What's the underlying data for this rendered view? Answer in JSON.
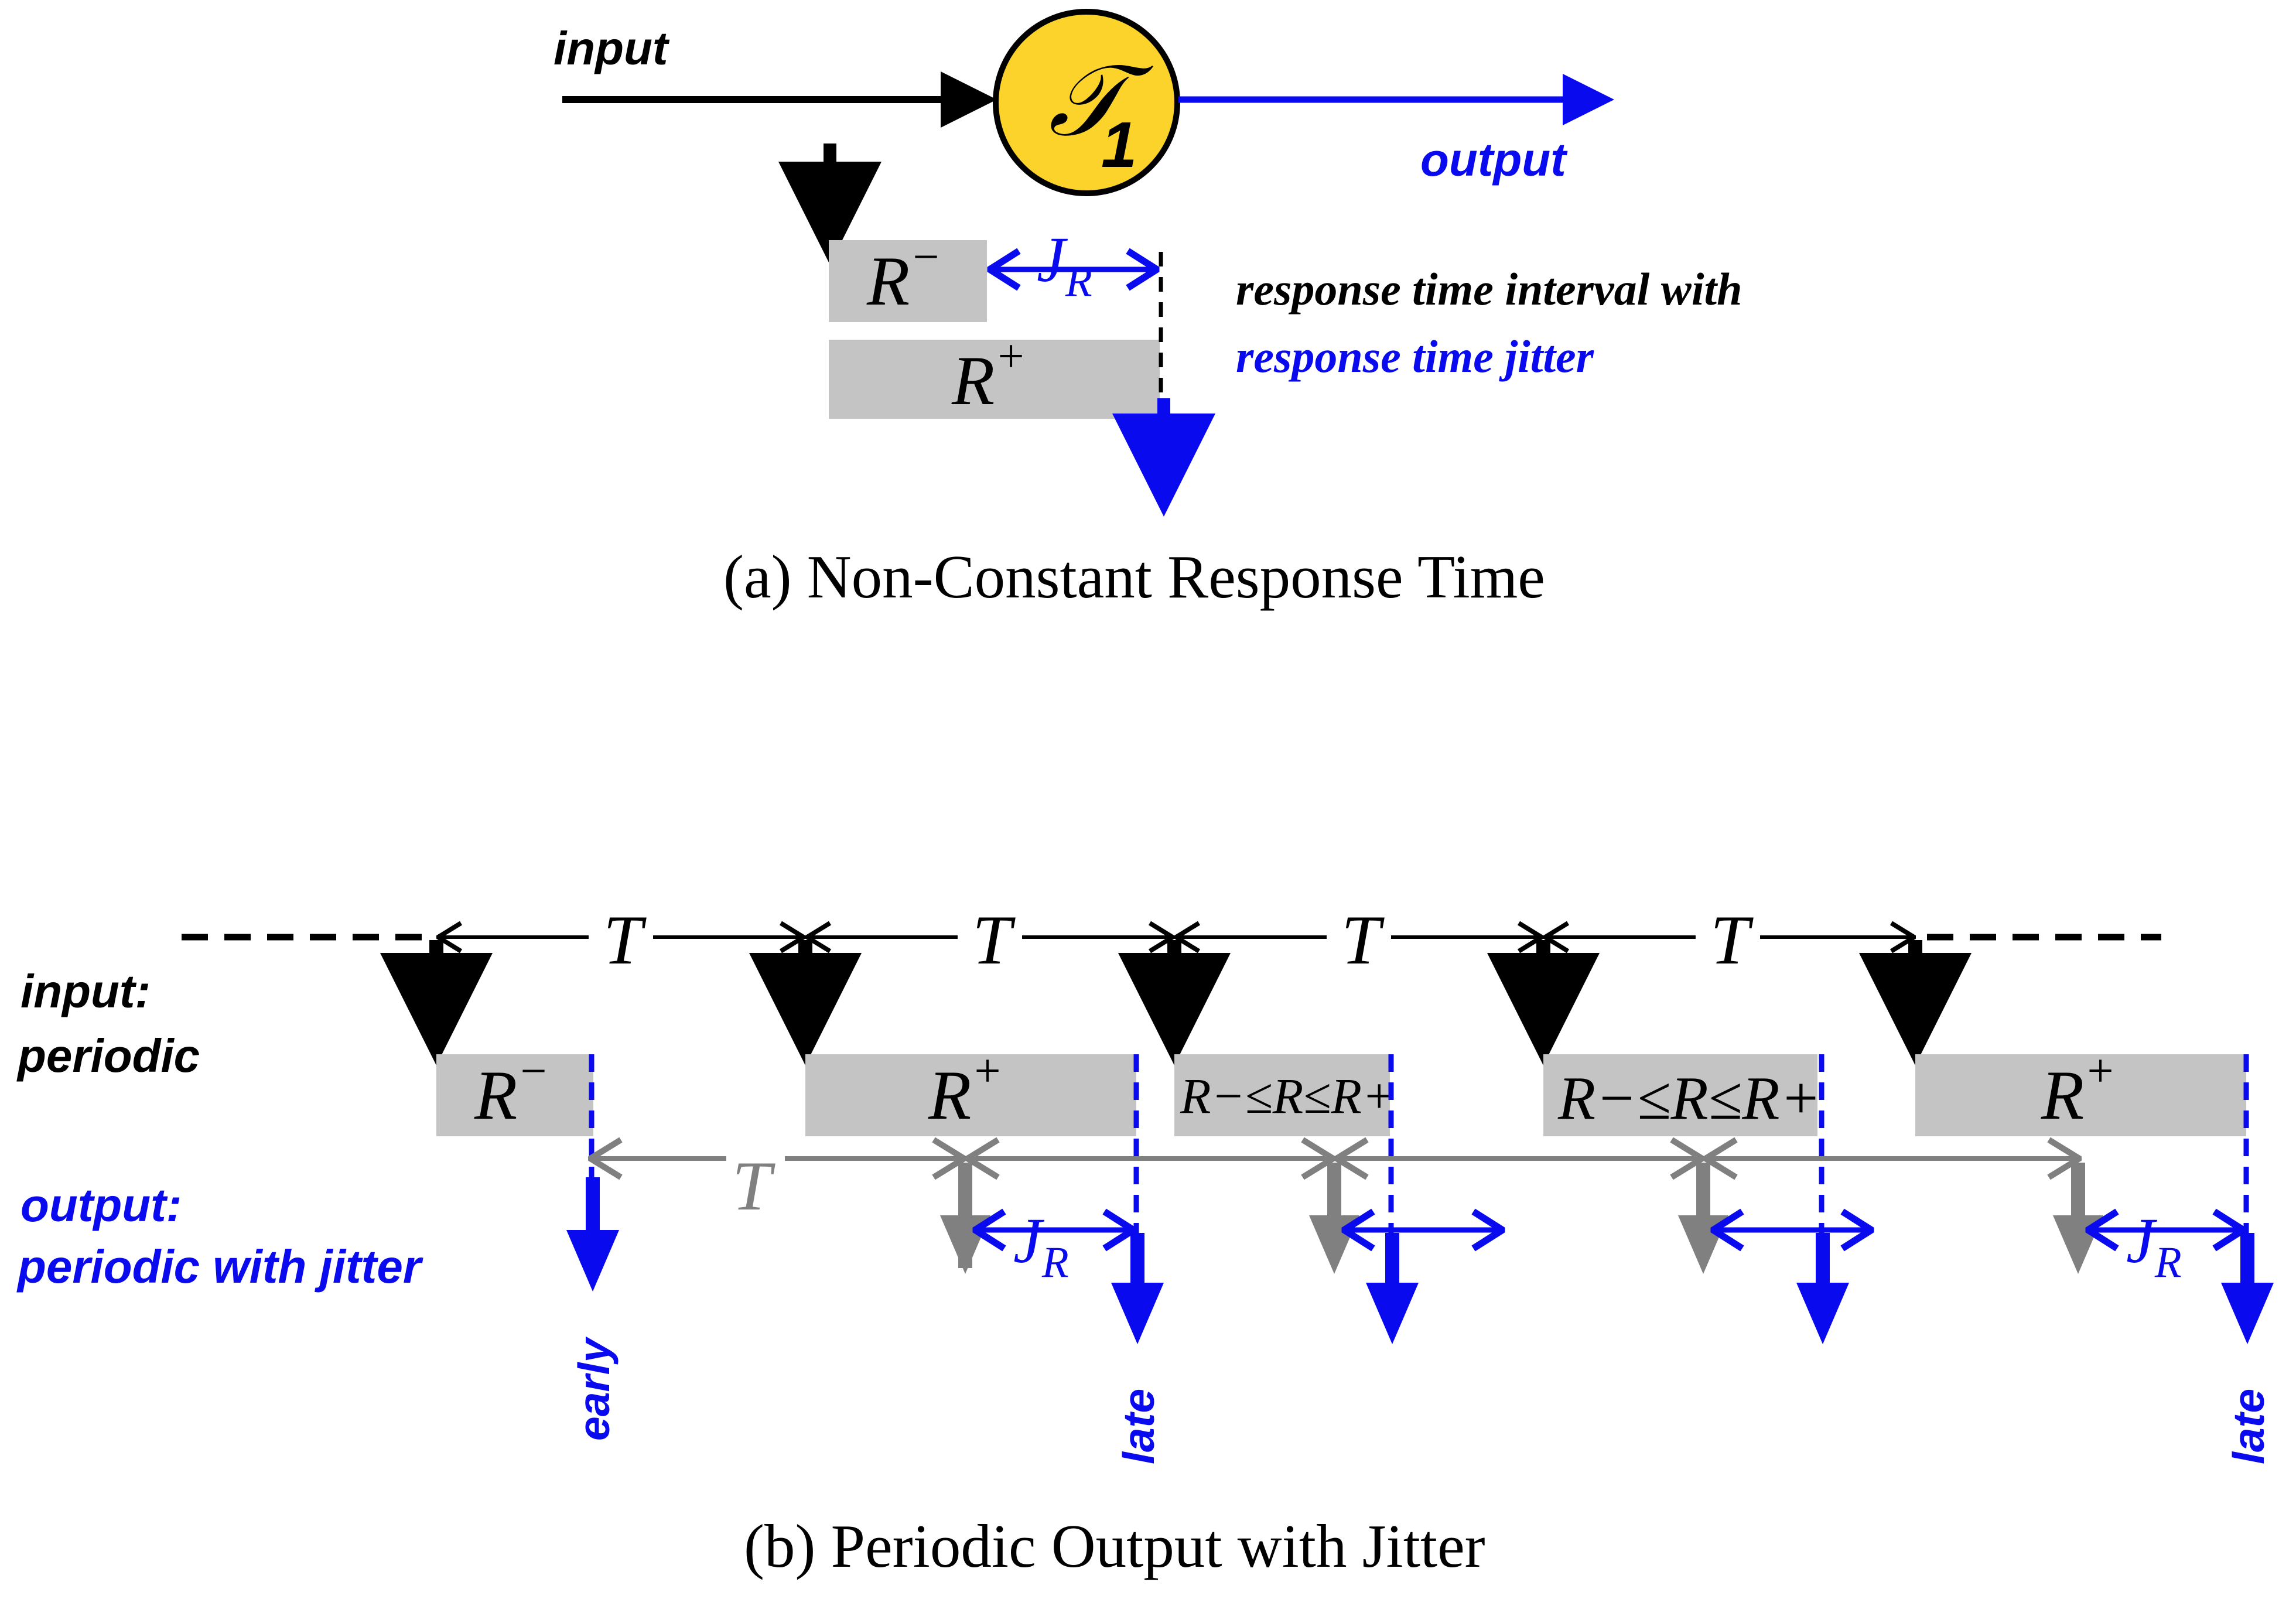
{
  "colors": {
    "black": "#000000",
    "blue": "#0a0aee",
    "gray_box": "#c4c4c4",
    "gray_arrow": "#808080",
    "task_fill": "#fcd32a"
  },
  "panel_a": {
    "input_label": "input",
    "output_label": "output",
    "task_symbol": "𝒯",
    "task_index": "1",
    "r_min_label": "R",
    "r_min_sup": "−",
    "r_max_label": "R",
    "r_max_sup": "+",
    "jitter_label": "J",
    "jitter_sub": "R",
    "note_line1": "response time interval with",
    "note_line2": "response time jitter",
    "caption": "(a) Non-Constant Response Time"
  },
  "panel_b": {
    "input_label_line1": "input:",
    "input_label_line2": "periodic",
    "output_label_line1": "output:",
    "output_label_line2": "periodic with jitter",
    "period_label": "T",
    "box_labels": [
      "R−",
      "R+",
      "R−≤R≤R+",
      "R−≤R≤R+",
      "R+"
    ],
    "jitter_label": "J",
    "jitter_sub": "R",
    "early_label": "early",
    "late_label": "late",
    "caption": "(b) Periodic Output with Jitter"
  }
}
